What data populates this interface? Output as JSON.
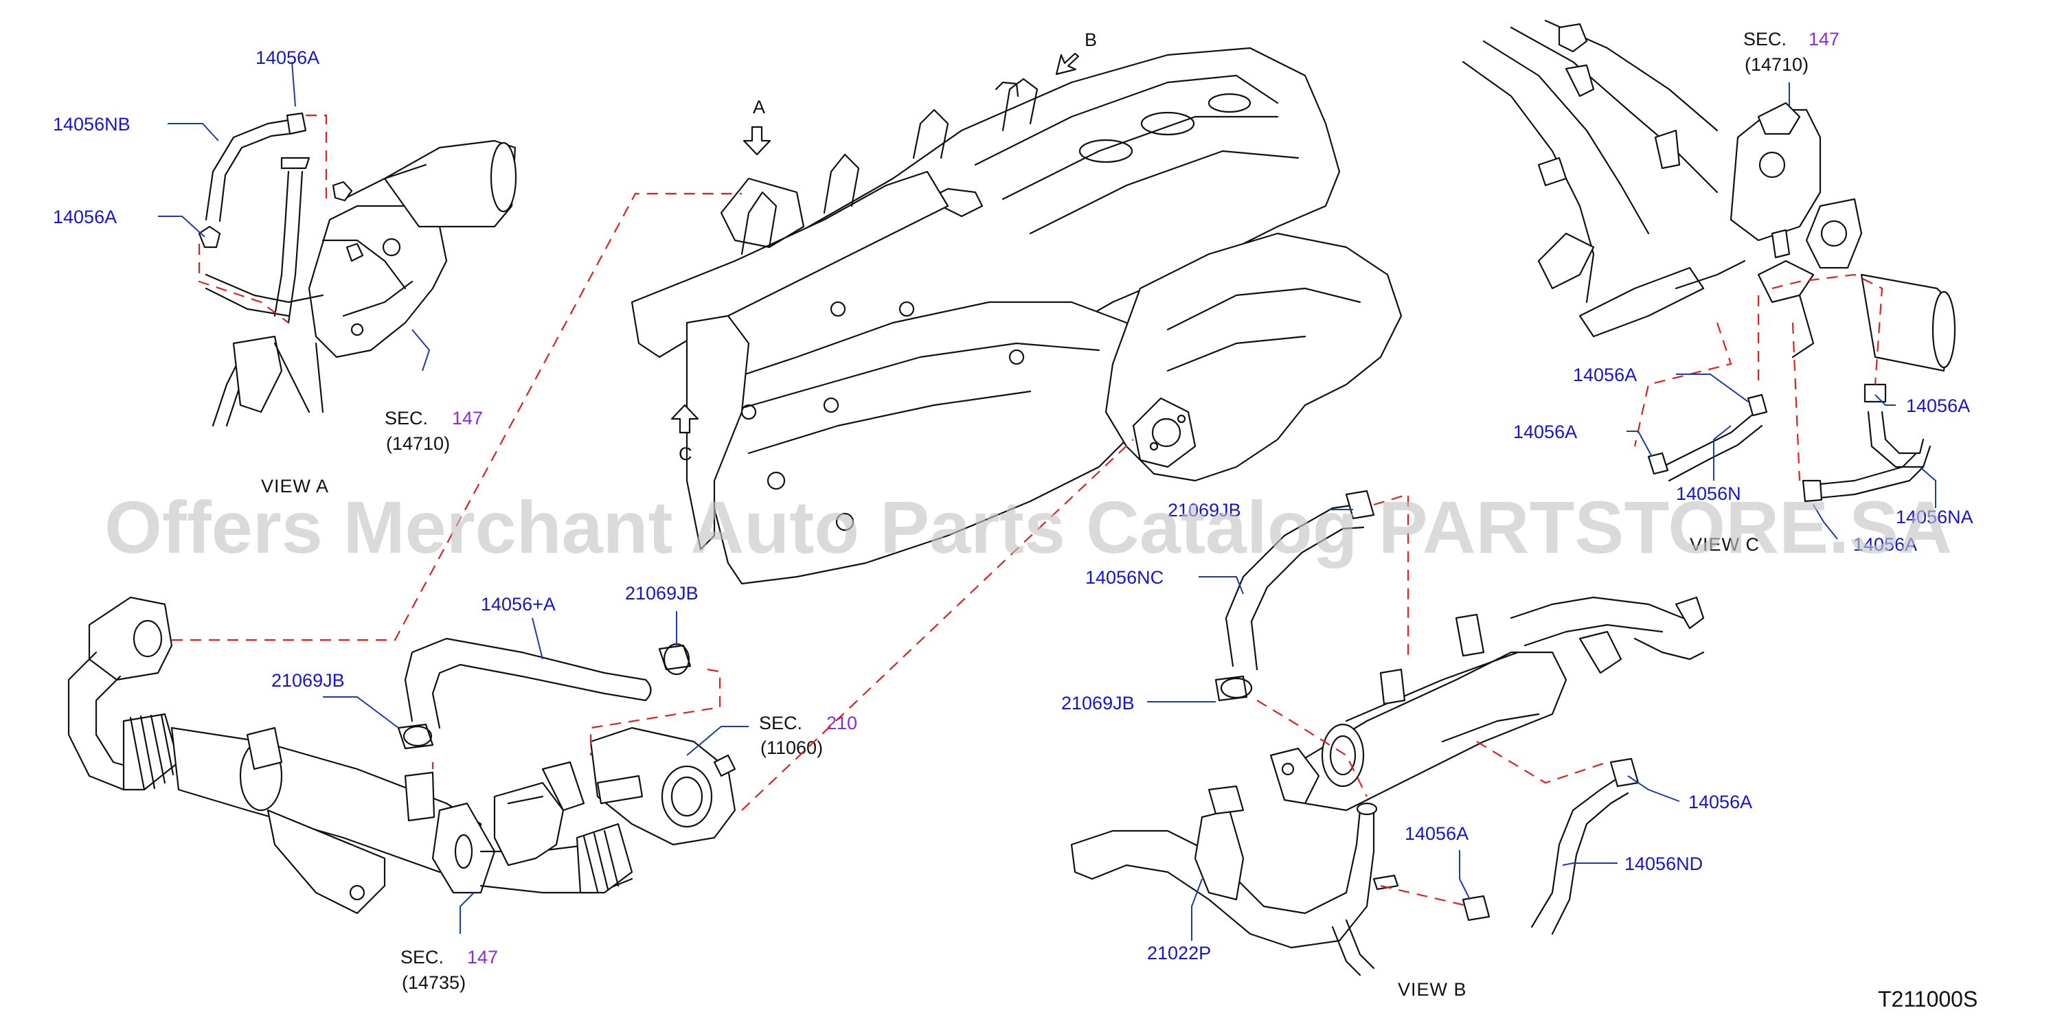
{
  "diagram": {
    "colors": {
      "part_number": "#1515d0",
      "section_number": "#8a2be2",
      "hidden_line": "#e02020",
      "watermark": "#c4c4c4"
    },
    "view_a": {
      "label": "VIEW    A",
      "parts": [
        "14056A",
        "14056NB",
        "14056A"
      ],
      "sec_prefix": "SEC.",
      "sec_num": "147",
      "sec_ref": "(14710)"
    },
    "main": {
      "arrow_a": "A",
      "arrow_b": "B",
      "arrow_c": "C"
    },
    "view_c": {
      "label": "VIEW    C",
      "sec_prefix": "SEC.",
      "sec_num": "147",
      "sec_ref": "(14710)",
      "parts": [
        "14056A",
        "14056A",
        "14056N",
        "14056A",
        "14056NA",
        "14056A"
      ]
    },
    "lower_left": {
      "parts": [
        "14056+A",
        "21069JB",
        "21069JB"
      ],
      "sec1_prefix": "SEC.",
      "sec1_num": "210",
      "sec1_ref": "(11060)",
      "sec2_prefix": "SEC.",
      "sec2_num": "147",
      "sec2_ref": "(14735)"
    },
    "view_b": {
      "label": "VIEW    B",
      "parts": [
        "21069JB",
        "14056NC",
        "21069JB",
        "14056A",
        "14056A",
        "14056ND",
        "21022P"
      ]
    },
    "code": "T211000S",
    "watermark": "Offers Merchant Auto Parts Catalog PARTSTORE.SA"
  }
}
